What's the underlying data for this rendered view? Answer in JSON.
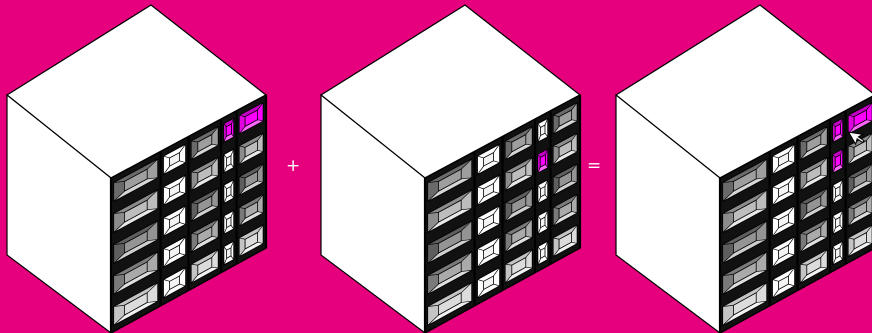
{
  "colors": {
    "background": "#e6007e",
    "highlight": "#ff00ff",
    "cube_face": "#ffffff",
    "outline": "#000000"
  },
  "operators": {
    "plus": "+",
    "equals": "="
  },
  "cubes": [
    {
      "name": "cube-left",
      "column_pattern": [
        "gray",
        "void",
        "gray",
        "void",
        "gray"
      ],
      "highlighted_cells": [
        [
          0,
          3
        ],
        [
          0,
          4
        ]
      ],
      "has_pointer": false
    },
    {
      "name": "cube-middle",
      "column_pattern": [
        "gray",
        "void",
        "gray",
        "void",
        "gray"
      ],
      "highlighted_cells": [
        [
          1,
          3
        ]
      ],
      "has_pointer": false
    },
    {
      "name": "cube-right",
      "column_pattern": [
        "gray",
        "void",
        "gray",
        "void",
        "gray"
      ],
      "highlighted_cells": [
        [
          0,
          3
        ],
        [
          1,
          3
        ],
        [
          0,
          4
        ]
      ],
      "has_pointer": true
    }
  ]
}
